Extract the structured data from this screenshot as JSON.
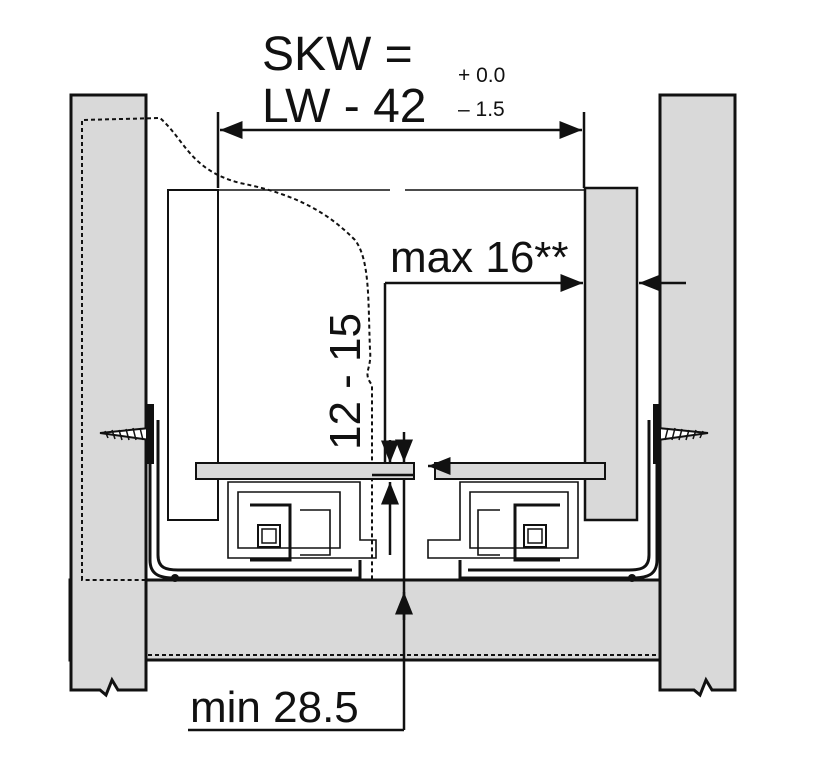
{
  "diagram": {
    "dimension_skw": {
      "line1": "SKW =",
      "line2": "LW - 42",
      "tol_plus": "+ 0.0",
      "tol_minus": "– 1.5"
    },
    "dimension_max": "max 16**",
    "dimension_height": "12 - 15",
    "dimension_min": "min 28.5"
  },
  "colors": {
    "panel_fill": "#d9d9d9",
    "ink": "#111111",
    "background": "#ffffff"
  }
}
